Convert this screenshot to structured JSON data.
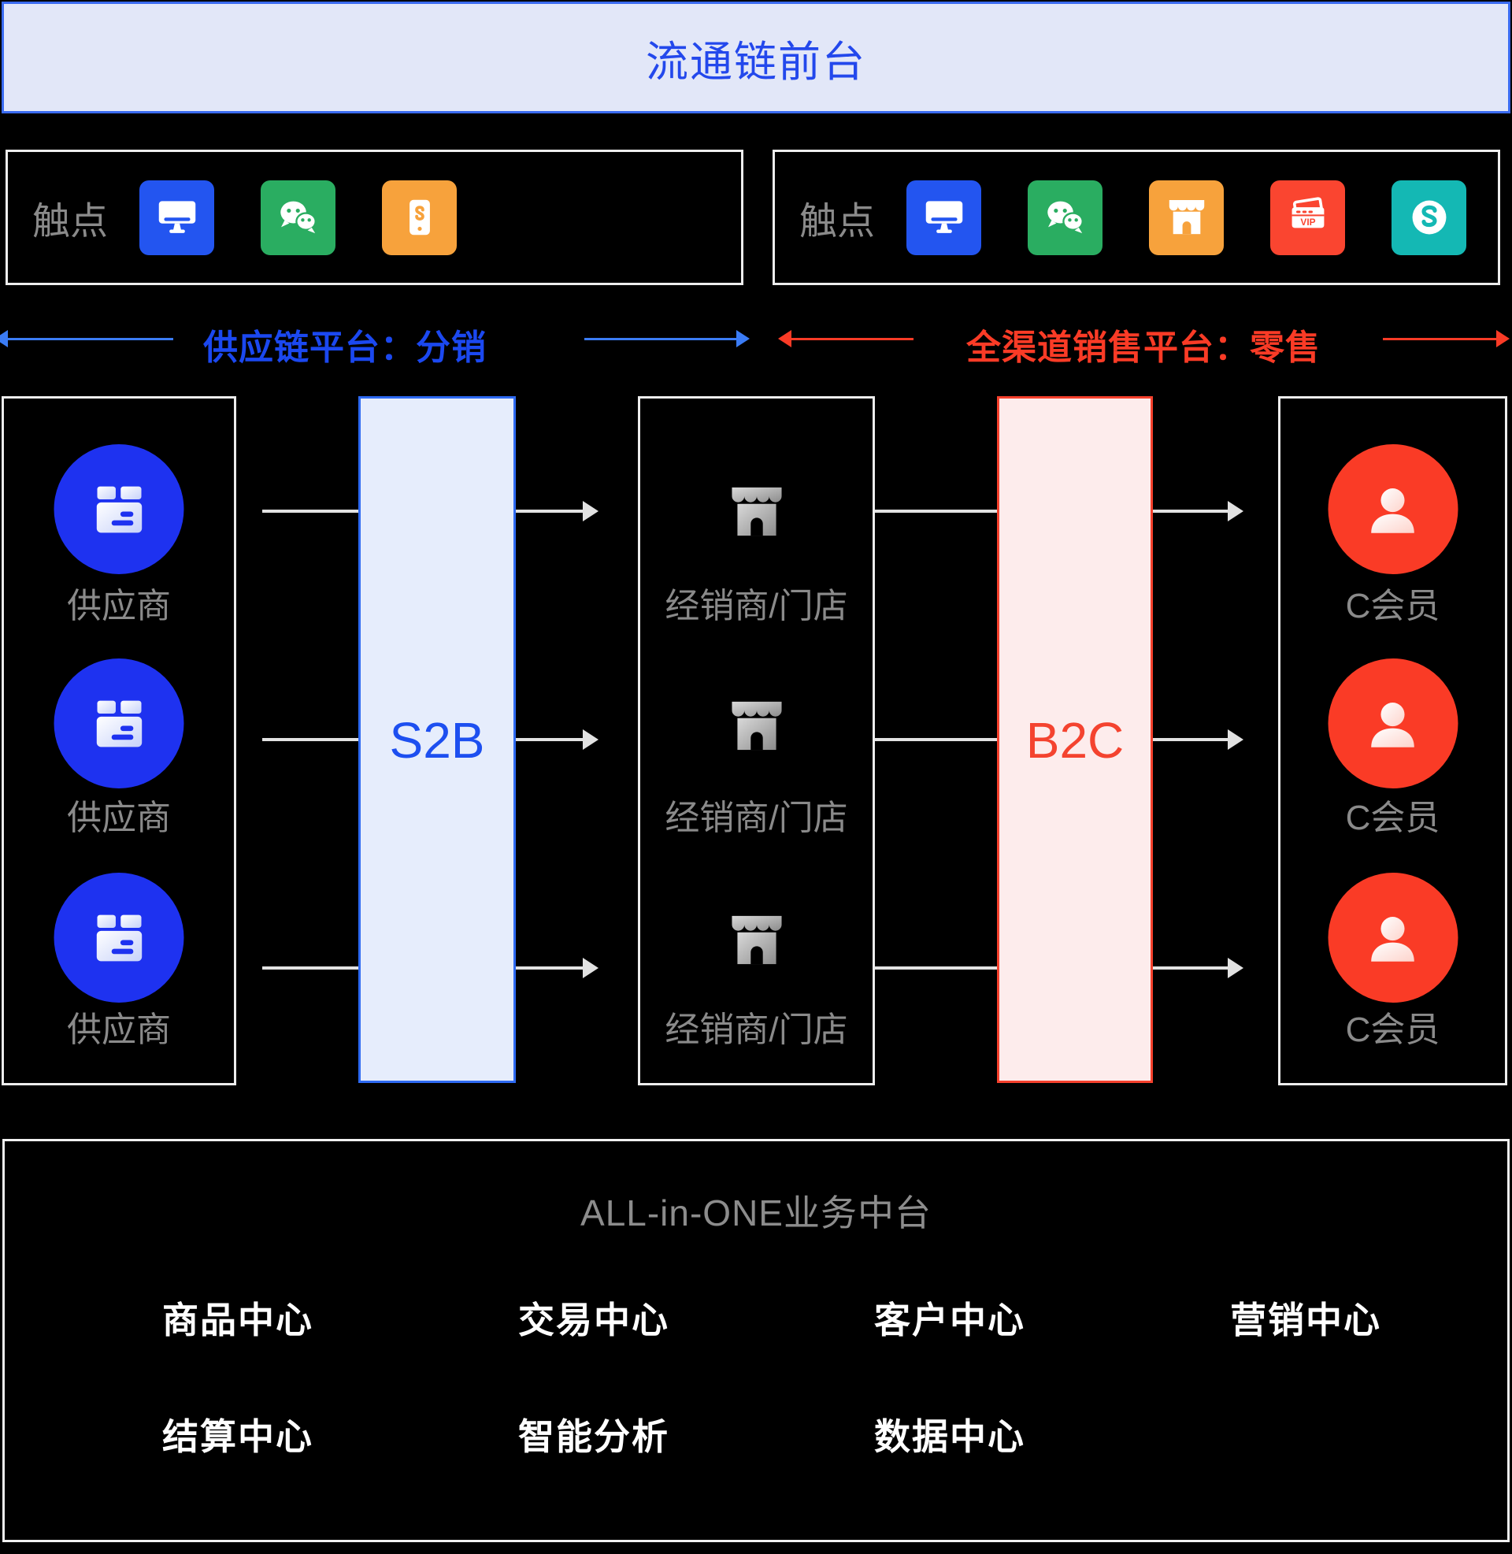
{
  "banner": {
    "title": "流通链前台"
  },
  "touchpoints_left": {
    "label": "触点",
    "icons": [
      "desktop-icon",
      "wechat-icon",
      "mobile-app-icon"
    ]
  },
  "touchpoints_right": {
    "label": "触点",
    "icons": [
      "desktop-icon",
      "wechat-icon",
      "store-icon",
      "vip-card-icon",
      "miniprogram-icon"
    ]
  },
  "flow_labels": {
    "supply_chain": {
      "text": "供应链平台：分销",
      "color": "#1b48f0"
    },
    "omni_channel": {
      "text": "全渠道销售平台：零售",
      "color": "#fa3b26"
    }
  },
  "suppliers": {
    "items": [
      {
        "label": "供应商"
      },
      {
        "label": "供应商"
      },
      {
        "label": "供应商"
      }
    ]
  },
  "s2b": {
    "label": "S2B",
    "fill": "#e6edfc",
    "border": "#2e6af2",
    "text_color": "#1d4ff0"
  },
  "dealers": {
    "items": [
      {
        "label": "经销商/门店"
      },
      {
        "label": "经销商/门店"
      },
      {
        "label": "经销商/门店"
      }
    ]
  },
  "b2c": {
    "label": "B2C",
    "fill": "#fdecec",
    "border": "#f5402c",
    "text_color": "#f4432f"
  },
  "members": {
    "items": [
      {
        "label": "C会员"
      },
      {
        "label": "C会员"
      },
      {
        "label": "C会员"
      }
    ]
  },
  "vip_card": {
    "label": "VIP"
  },
  "platform": {
    "title": "ALL-in-ONE业务中台",
    "centers_row1": [
      {
        "label": "商品中心"
      },
      {
        "label": "交易中心"
      },
      {
        "label": "客户中心"
      },
      {
        "label": "营销中心"
      }
    ],
    "centers_row2": [
      {
        "label": "结算中心"
      },
      {
        "label": "智能分析"
      },
      {
        "label": "数据中心"
      }
    ]
  },
  "colors": {
    "background": "#000000",
    "banner_bg": "#e2e7f8",
    "banner_border": "#3a6bf0",
    "box_border": "#ededed",
    "supplier_circle": "#1e32f0",
    "member_circle": "#fa3b26",
    "connector_gray": "#e2e2e2",
    "label_gray": "#8a8a8a",
    "icon_blue": "#2355f0",
    "icon_green": "#2aad61",
    "icon_orange": "#f7a23c",
    "icon_red": "#fa4530",
    "icon_teal": "#14b8b4"
  }
}
